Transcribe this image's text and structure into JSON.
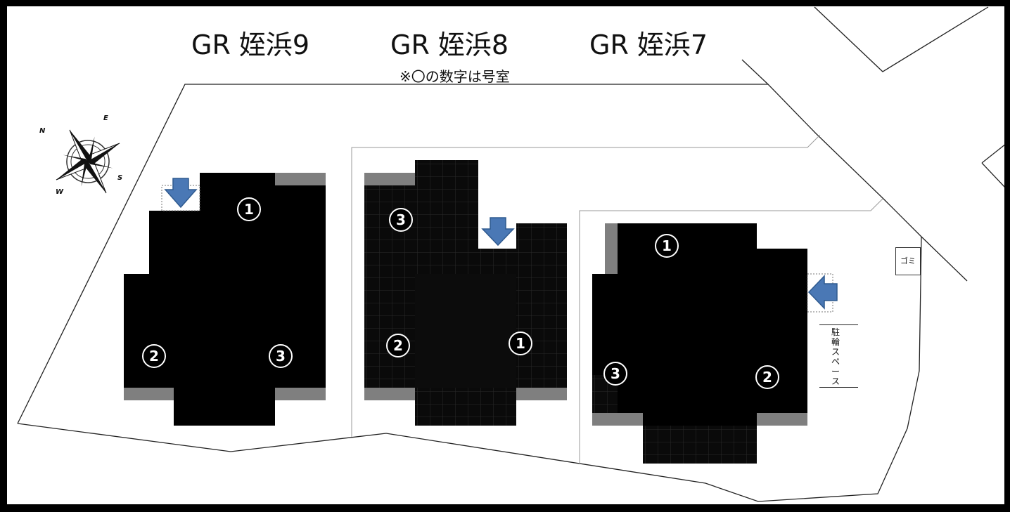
{
  "titles": {
    "building_9": "GR 姪浜9",
    "building_8": "GR 姪浜8",
    "building_7": "GR 姪浜7"
  },
  "note": "※〇の数字は号室",
  "compass": {
    "n": "N",
    "e": "E",
    "s": "S",
    "w": "W"
  },
  "rooms": {
    "b9": {
      "r1": "1",
      "r2": "2",
      "r3": "3"
    },
    "b8": {
      "r1": "1",
      "r2": "2",
      "r3": "3"
    },
    "b7": {
      "r1": "1",
      "r2": "2",
      "r3": "3"
    }
  },
  "facilities": {
    "trash_label": "ゴミ",
    "bicycle_label": "駐輪スペース"
  },
  "colors": {
    "building": "#000000",
    "building_tiled": "#0a0a0a",
    "balcony": "#7f7f7f",
    "entrance_arrow": "#4a78b5",
    "frame": "#000000"
  }
}
